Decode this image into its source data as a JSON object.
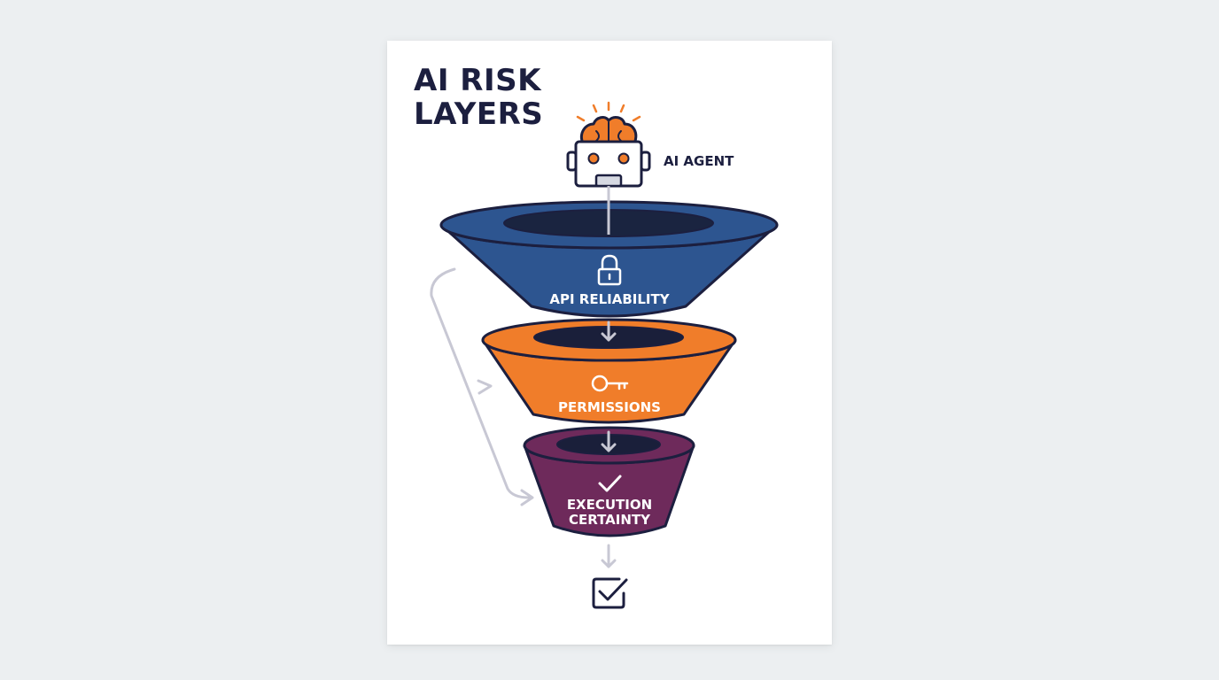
{
  "title": {
    "line1": "AI RISK",
    "line2": "LAYERS"
  },
  "agent": {
    "label": "AI AGENT",
    "icon": "robot-brain-icon"
  },
  "layers": [
    {
      "label": "API RELIABILITY",
      "icon": "lock-icon",
      "color": "#2d5590"
    },
    {
      "label": "PERMISSIONS",
      "icon": "key-icon",
      "color": "#f07d2a"
    },
    {
      "label_line1": "EXECUTION",
      "label_line2": "CERTAINTY",
      "icon": "checkmark-icon",
      "color": "#6e2a5b"
    }
  ],
  "result": {
    "icon": "checked-box-icon"
  },
  "colors": {
    "outline": "#1c1f3f",
    "title": "#1c1f3f",
    "accent_orange": "#f07d2a",
    "connector": "#c8c8d4",
    "layer_text": "#ffffff"
  }
}
